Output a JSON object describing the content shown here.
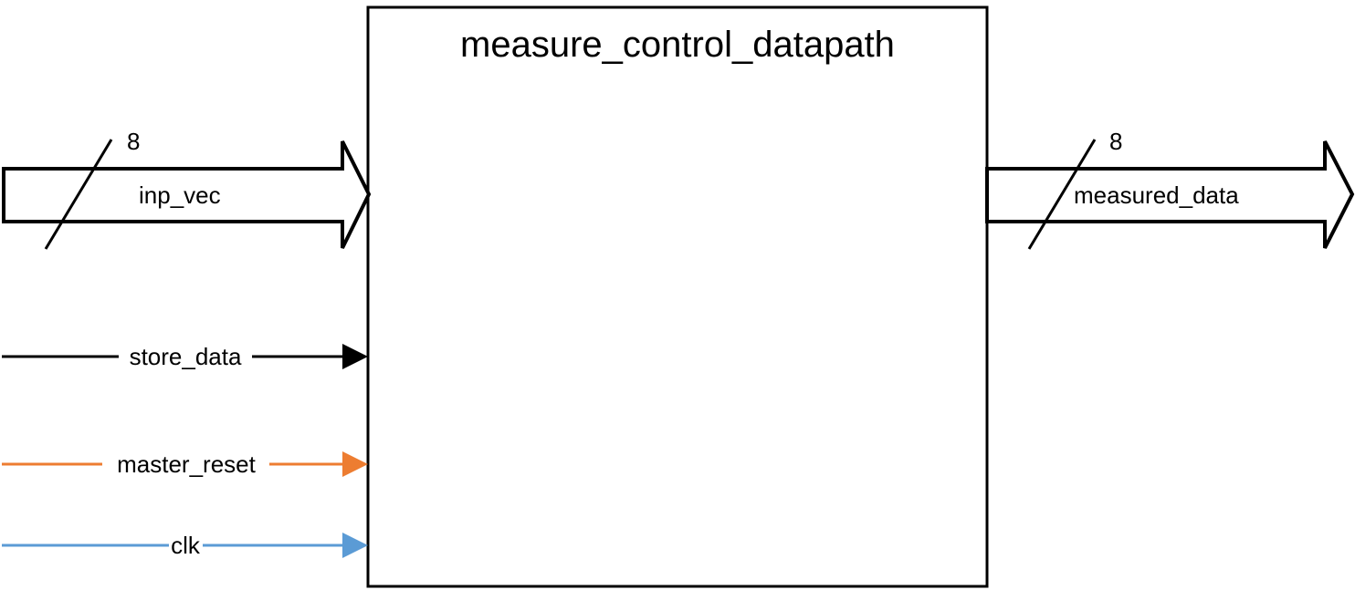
{
  "block": {
    "title": "measure_control_datapath"
  },
  "inputs": {
    "inp_vec": {
      "label": "inp_vec",
      "width": "8"
    },
    "store_data": {
      "label": "store_data",
      "color": "#000000"
    },
    "master_reset": {
      "label": "master_reset",
      "color": "#ED7D31"
    },
    "clk": {
      "label": "clk",
      "color": "#5B9BD5"
    }
  },
  "outputs": {
    "measured_data": {
      "label": "measured_data",
      "width": "8"
    }
  }
}
